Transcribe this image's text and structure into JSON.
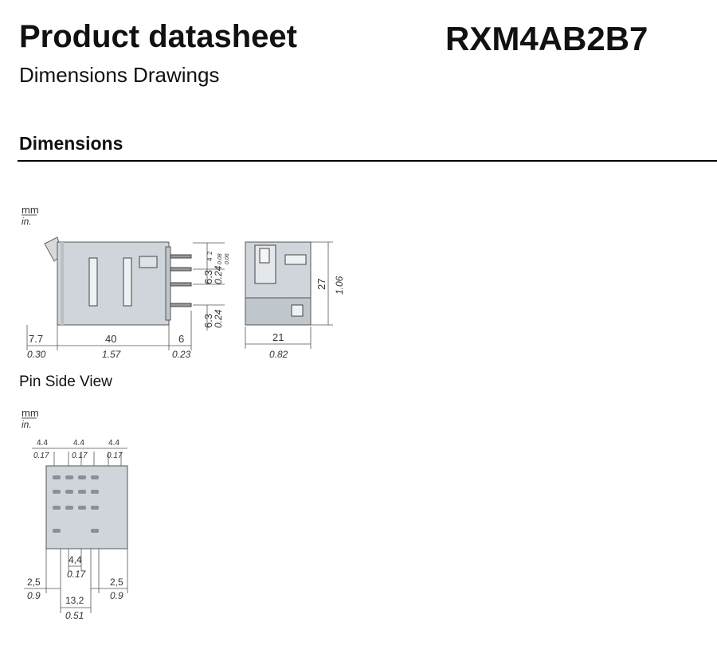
{
  "header": {
    "title": "Product datasheet",
    "subtitle": "Dimensions Drawings",
    "product_reference": "RXM4AB2B7"
  },
  "section": {
    "heading": "Dimensions"
  },
  "relay_drawing": {
    "unit_mm": "mm",
    "unit_in": "in.",
    "dims": {
      "lever_mm": "7.7",
      "lever_in": "0.30",
      "length_mm": "40",
      "length_in": "1.57",
      "pin_mm": "6",
      "pin_in": "0.23",
      "pin_pitch_mm": "6.3",
      "pin_pitch_in": "0.24",
      "pin_pitch2_mm": "6.3",
      "pin_pitch2_in": "0.24",
      "small_a_mm": "2",
      "small_b_mm": "4",
      "small_a_in": "0.08",
      "small_b_in": "0.06",
      "width_mm": "21",
      "width_in": "0.82",
      "height_mm": "27",
      "height_in": "1.06"
    }
  },
  "pin_view": {
    "caption": "Pin Side View",
    "unit_mm": "mm",
    "unit_in": "in.",
    "dims": {
      "top1_mm": "4.4",
      "top1_in": "0.17",
      "top2_mm": "4.4",
      "top2_in": "0.17",
      "top3_mm": "4.4",
      "top3_in": "0.17",
      "mid_mm": "4,4",
      "mid_in": "0.17",
      "left_mm": "2,5",
      "left_in": "0.9",
      "right_mm": "2,5",
      "right_in": "0.9",
      "bottom_mm": "13,2",
      "bottom_in": "0.51"
    }
  }
}
